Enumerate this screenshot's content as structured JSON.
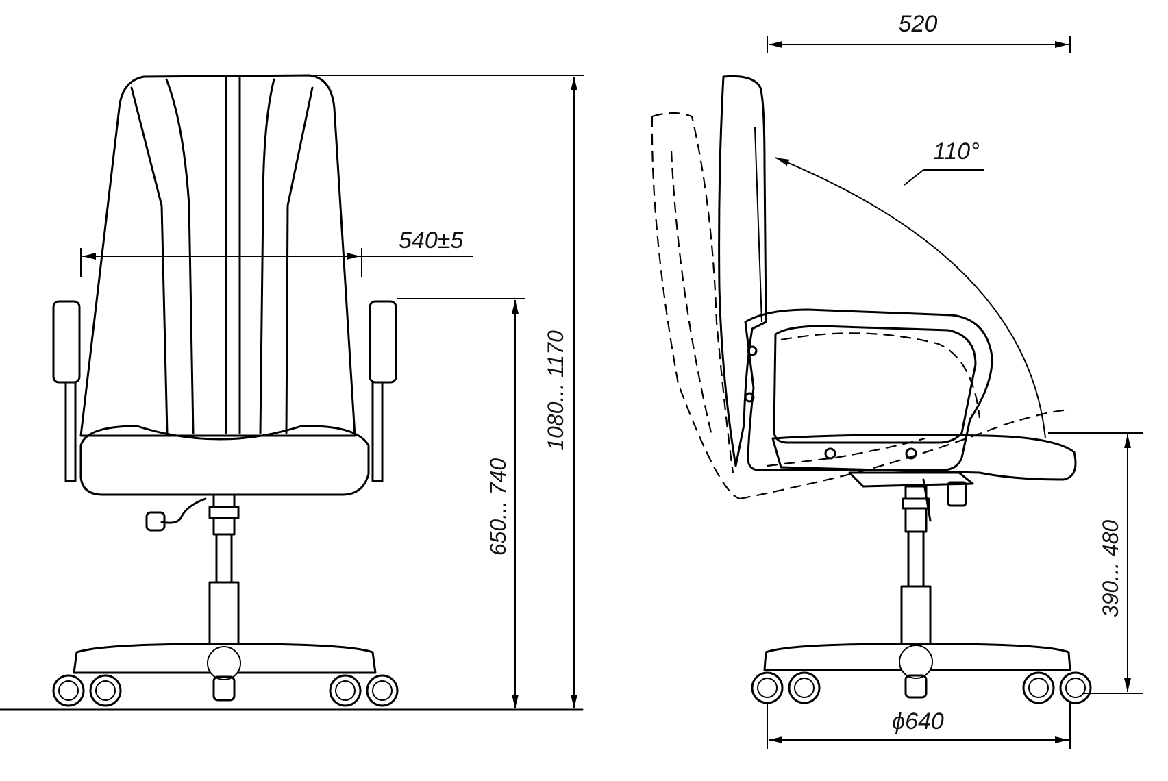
{
  "dimensions": {
    "depth_top": "520",
    "back_width": "540±5",
    "overall_height": "1080... 1170",
    "armrest_height": "650... 740",
    "recline_angle": "110°",
    "seat_height": "390... 480",
    "base_diameter": "ϕ640"
  }
}
